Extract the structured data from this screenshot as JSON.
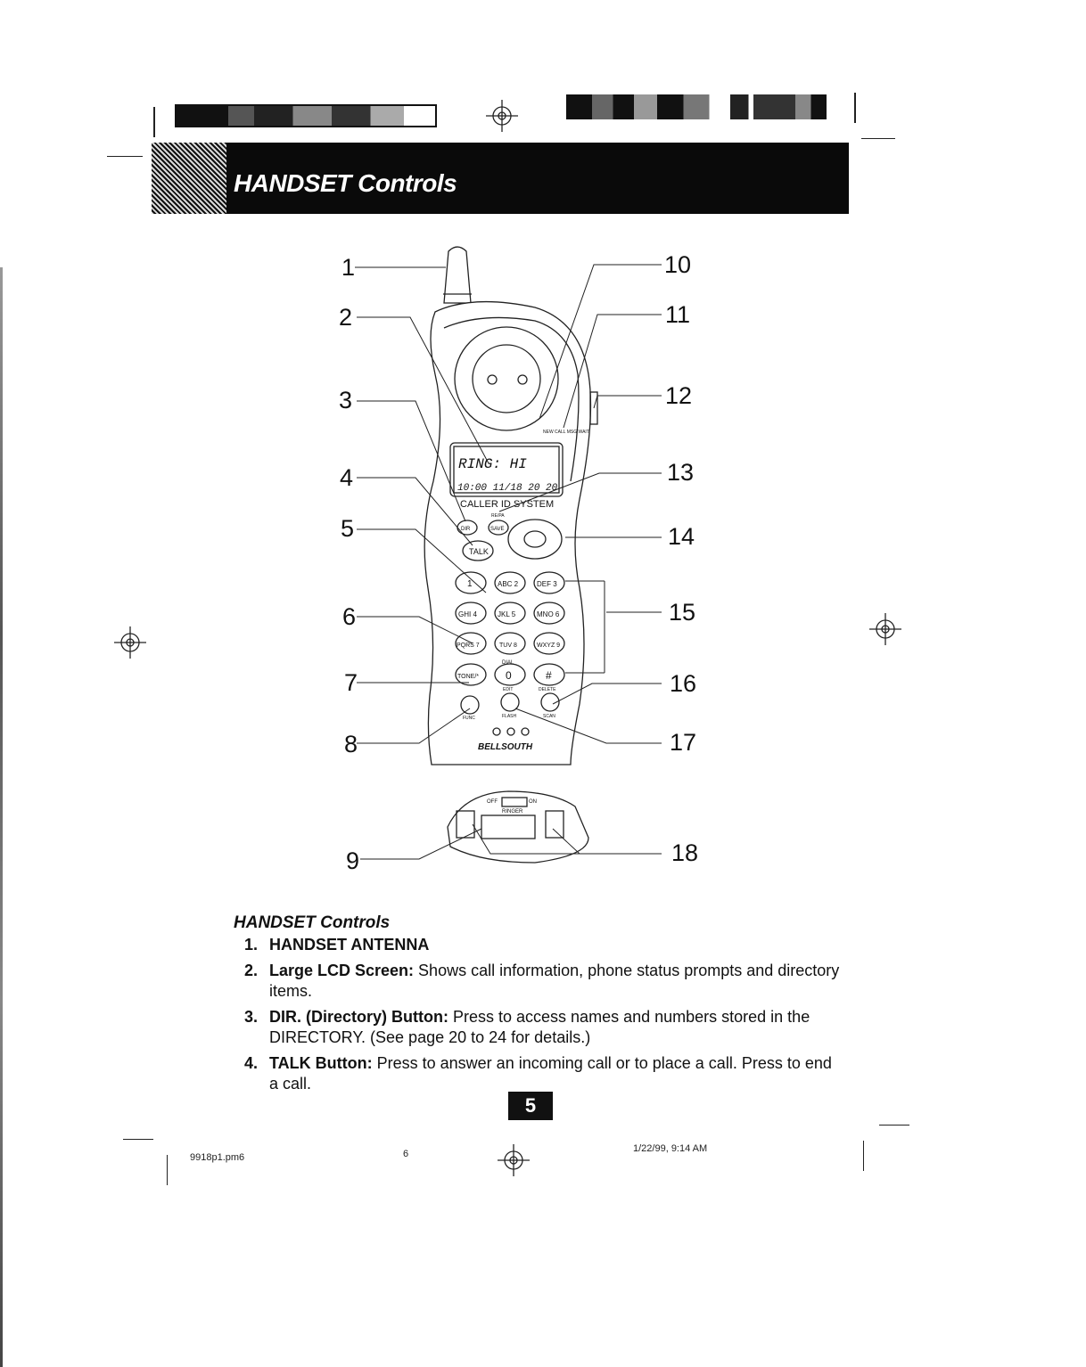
{
  "header": {
    "title": "HANDSET Controls"
  },
  "callouts": [
    "1",
    "2",
    "3",
    "4",
    "5",
    "6",
    "7",
    "8",
    "9",
    "10",
    "11",
    "12",
    "13",
    "14",
    "15",
    "16",
    "17",
    "18"
  ],
  "handset": {
    "lcd_line1": "RING: HI",
    "lcd_line2": "10:00 11/18 20 20",
    "brand_panel": "CALLER ID SYSTEM",
    "label_rempa": "RE/PA",
    "btn_dir": "DIR",
    "btn_save": "SAVE",
    "btn_talk": "TALK",
    "new_call": "NEW CALL MSG WAIT",
    "keys": [
      "1",
      "ABC 2",
      "DEF 3",
      "GHI 4",
      "JKL 5",
      "MNO 6",
      "PQRS 7",
      "TUV 8",
      "WXYZ 9",
      "TONE/*",
      "0",
      "#"
    ],
    "dial": "DIAL",
    "edit": "EDIT",
    "delete": "DELETE",
    "func": "FUNC",
    "flash": "FLASH",
    "scan": "SCAN",
    "brand": "BELLSOUTH"
  },
  "base": {
    "off": "OFF",
    "on": "ON",
    "ringer": "RINGER"
  },
  "section": {
    "title": "HANDSET Controls",
    "items": [
      {
        "num": "1.",
        "label": "HANDSET ANTENNA",
        "text": ""
      },
      {
        "num": "2.",
        "label": "Large LCD Screen:",
        "text": " Shows call information, phone status prompts and directory items."
      },
      {
        "num": "3.",
        "label": "DIR. (Directory) Button:",
        "text": " Press to access names and numbers stored in the DIRECTORY. (See page 20 to 24 for details.)"
      },
      {
        "num": "4.",
        "label": "TALK Button:",
        "text": " Press to answer an incoming call or to place a call. Press to end a call."
      }
    ]
  },
  "page_number": "5",
  "footer": {
    "file": "9918p1.pm6",
    "page": "6",
    "timestamp": "1/22/99, 9:14 AM"
  }
}
